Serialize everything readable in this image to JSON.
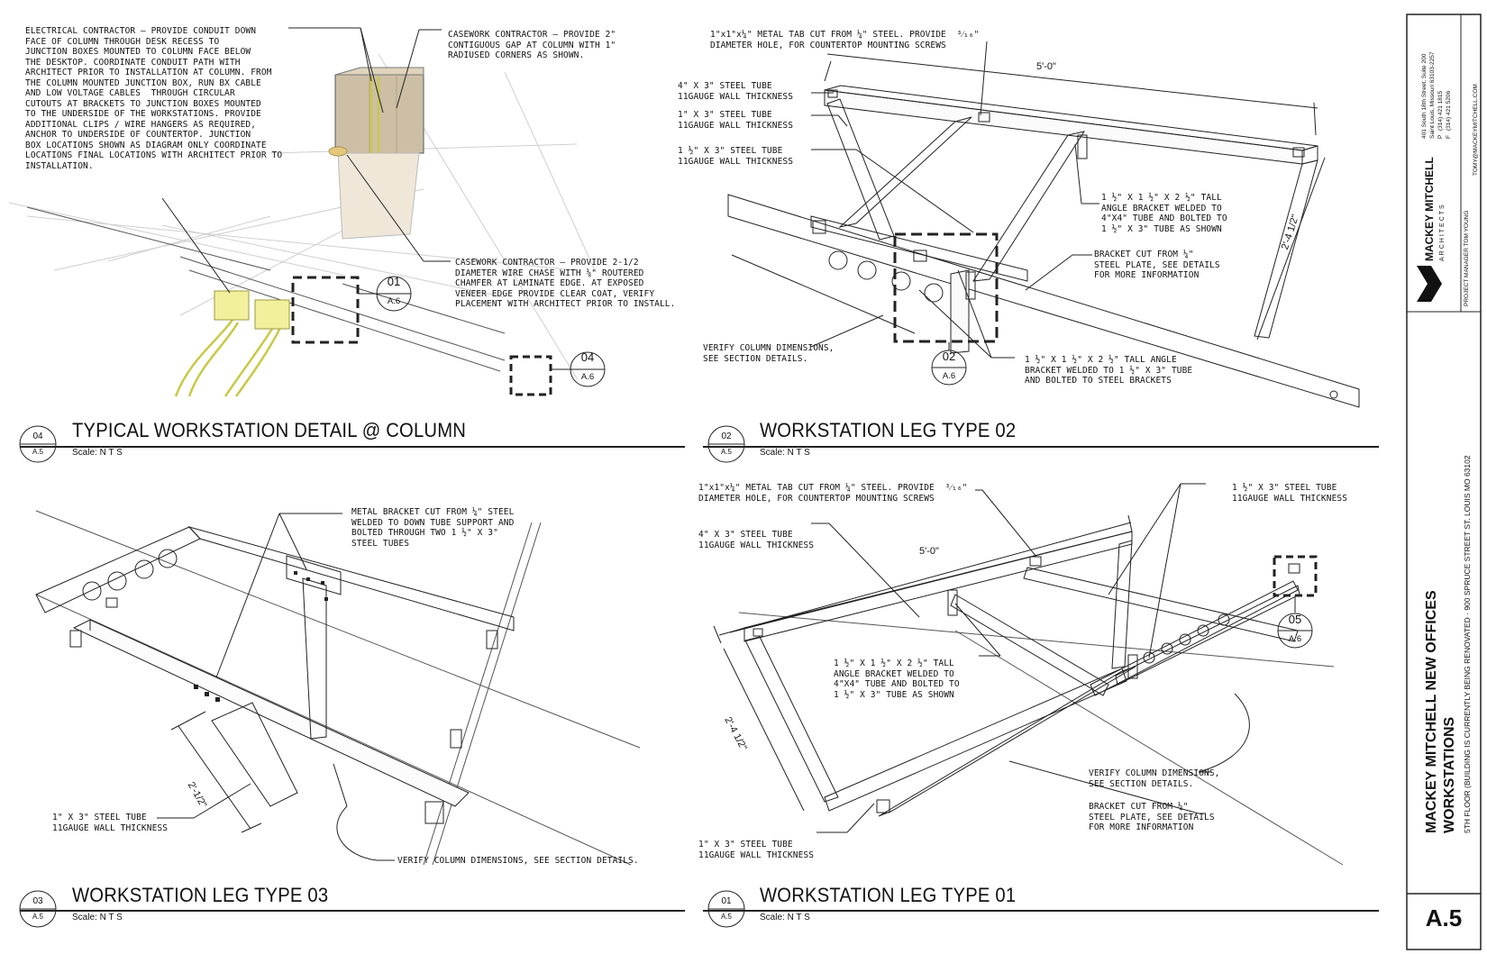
{
  "details": [
    {
      "number": "04",
      "sheet": "A.5",
      "title": "TYPICAL WORKSTATION DETAIL @ COLUMN",
      "scale": "Scale: N T S",
      "notes": [
        "ELECTRICAL CONTRACTOR – PROVIDE CONDUIT DOWN\nFACE OF COLUMN THROUGH DESK RECESS TO\nJUNCTION BOXES MOUNTED TO COLUMN FACE BELOW\nTHE DESKTOP. COORDINATE CONDUIT PATH WITH\nARCHITECT PRIOR TO INSTALLATION AT COLUMN. FROM\nTHE COLUMN MOUNTED JUNCTION BOX, RUN BX CABLE\nAND LOW VOLTAGE CABLES  THROUGH CIRCULAR\nCUTOUTS AT BRACKETS TO JUNCTION BOXES MOUNTED\nTO THE UNDERSIDE OF THE WORKSTATIONS. PROVIDE\nADDITIONAL CLIPS / WIRE HANGERS AS REQUIRED,\nANCHOR TO UNDERSIDE OF COUNTERTOP. JUNCTION\nBOX LOCATIONS SHOWN AS DIAGRAM ONLY COORDINATE\nLOCATIONS FINAL LOCATIONS WITH ARCHITECT PRIOR TO\nINSTALLATION.",
        "CASEWORK CONTRACTOR – PROVIDE 2\"\nCONTIGUOUS GAP AT COLUMN WITH 1\"\nRADIUSED CORNERS AS SHOWN.",
        "CASEWORK CONTRACTOR – PROVIDE 2-1/2\nDIAMETER WIRE CHASE WITH ⅛\" ROUTERED\nCHAMFER AT LAMINATE EDGE. AT EXPOSED\nVENEER EDGE PROVIDE CLEAR COAT, VERIFY\nPLACEMENT WITH ARCHITECT PRIOR TO INSTALL."
      ],
      "refs": [
        {
          "num": "01",
          "sheet": "A.6"
        },
        {
          "num": "04",
          "sheet": "A.6"
        }
      ]
    },
    {
      "number": "02",
      "sheet": "A.5",
      "title": "WORKSTATION LEG TYPE 02",
      "scale": "Scale: N T S",
      "notes": [
        "1\"x1\"x¼\" METAL TAB CUT FROM ¼\" STEEL. PROVIDE  ³⁄₁₆\"\nDIAMETER HOLE, FOR COUNTERTOP MOUNTING SCREWS",
        "4\" X 3\" STEEL TUBE\n11GAUGE WALL THICKNESS",
        "1\" X 3\" STEEL TUBE\n11GAUGE WALL THICKNESS",
        "1 ½\" X 3\" STEEL TUBE\n11GAUGE WALL THICKNESS",
        "1 ½\" X 1 ½\" X 2 ½\" TALL\nANGLE BRACKET WELDED TO\n4\"X4\" TUBE AND BOLTED TO\n1 ½\" X 3\" TUBE AS SHOWN",
        "BRACKET CUT FROM ¼\"\nSTEEL PLATE, SEE DETAILS\nFOR MORE INFORMATION",
        "VERIFY COLUMN DIMENSIONS,\nSEE SECTION DETAILS.",
        "1 ½\" X 1 ½\" X 2 ½\" TALL ANGLE\nBRACKET WELDED TO 1 ½\" X 3\" TUBE\nAND BOLTED TO STEEL BRACKETS"
      ],
      "dims": [
        "5'-0\"",
        "2'-4 1/2\""
      ],
      "refs": [
        {
          "num": "02",
          "sheet": "A.6"
        }
      ]
    },
    {
      "number": "03",
      "sheet": "A.5",
      "title": "WORKSTATION LEG TYPE 03",
      "scale": "Scale: N T S",
      "notes": [
        "METAL BRACKET CUT FROM ¼\" STEEL\nWELDED TO DOWN TUBE SUPPORT AND\nBOLTED THROUGH TWO 1 ½\" X 3\"\nSTEEL TUBES",
        "1\" X 3\" STEEL TUBE\n11GAUGE WALL THICKNESS",
        "VERIFY COLUMN DIMENSIONS, SEE SECTION DETAILS."
      ],
      "dims": [
        "2'-1/2\""
      ]
    },
    {
      "number": "01",
      "sheet": "A.5",
      "title": "WORKSTATION LEG TYPE 01",
      "scale": "Scale: N T S",
      "notes": [
        "1\"x1\"x¼\" METAL TAB CUT FROM ¼\" STEEL. PROVIDE  ³⁄₁₆\"\nDIAMETER HOLE, FOR COUNTERTOP MOUNTING SCREWS",
        "4\" X 3\" STEEL TUBE\n11GAUGE WALL THICKNESS",
        "1 ½\" X 3\" STEEL TUBE\n11GAUGE WALL THICKNESS",
        "1 ½\" X 1 ½\" X 2 ½\" TALL\nANGLE BRACKET WELDED TO\n4\"X4\" TUBE AND BOLTED TO\n1 ½\" X 3\" TUBE AS SHOWN",
        "VERIFY COLUMN DIMENSIONS,\nSEE SECTION DETAILS.",
        "BRACKET CUT FROM ¼\"\nSTEEL PLATE, SEE DETAILS\nFOR MORE INFORMATION",
        "1\" X 3\" STEEL TUBE\n11GAUGE WALL THICKNESS"
      ],
      "dims": [
        "5'-0\"",
        "2'-4 1/2\""
      ],
      "refs": [
        {
          "num": "05",
          "sheet": "A.6"
        }
      ]
    }
  ],
  "title_block": {
    "address": [
      "401 South 18th Street, Suite 200",
      "Saint Louis, Missouri  63103-2257",
      "(314) 421 1815",
      "(314) 421 5206"
    ],
    "phone_labels": [
      "P",
      "F"
    ],
    "firm_name": "MACKEY MITCHELL",
    "firm_sub": "ARCHITECTS",
    "project_manager": "PROJECT MANAGER TOM YOUNG",
    "email": "TOMY@MACKEYMITCHELL.COM",
    "project_title": "MACKEY MITCHELL NEW OFFICES",
    "project_sub": "WORKSTATIONS",
    "location": "5TH FLOOR (BUILDING IS CURRENTLY BEING RENOVATED · 900 SPRUCE STREET  ST. LOUIS MO 63102",
    "sheet_number": "A.5"
  }
}
